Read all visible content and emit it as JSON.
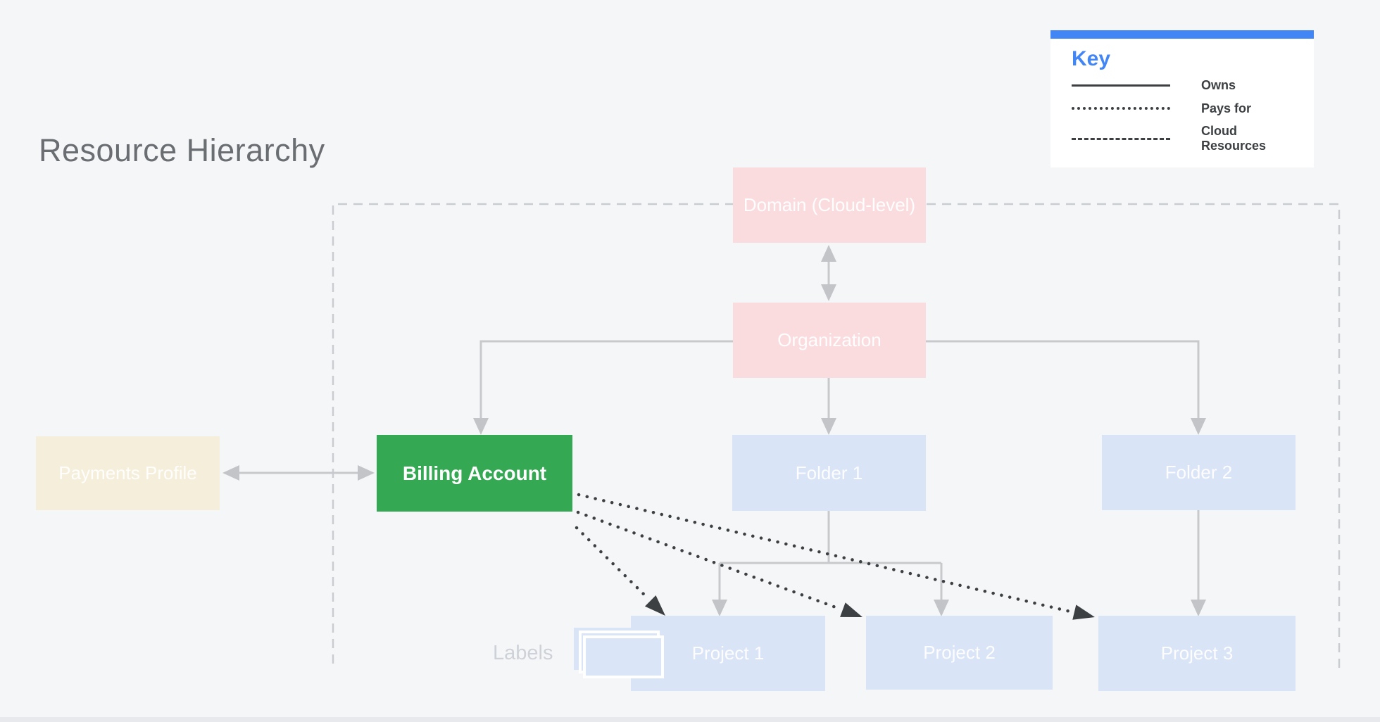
{
  "title": "Resource Hierarchy",
  "key": {
    "heading": "Key",
    "items": [
      {
        "style": "solid",
        "label": "Owns"
      },
      {
        "style": "dotted",
        "label": "Pays for"
      },
      {
        "style": "dashed",
        "label": "Cloud Resources"
      }
    ]
  },
  "nodes": {
    "domain": {
      "label": "Domain (Cloud-level)"
    },
    "organization": {
      "label": "Organization"
    },
    "payments": {
      "label": "Payments Profile"
    },
    "billing": {
      "label": "Billing Account"
    },
    "folder1": {
      "label": "Folder 1"
    },
    "folder2": {
      "label": "Folder 2"
    },
    "project1": {
      "label": "Project 1"
    },
    "project2": {
      "label": "Project 2"
    },
    "project3": {
      "label": "Project 3"
    }
  },
  "annotations": {
    "labels_caption": "Labels"
  },
  "colors": {
    "background": "#f5f6f8",
    "key_blue": "#4285f4",
    "pink_node": "#fadcdf",
    "cream_node": "#f5eeda",
    "green_node": "#34a853",
    "blue_node": "#d9e4f7",
    "connector_gray": "#c7c9cc",
    "arrow_gray": "#c2c4c8",
    "boundary_gray": "#c9ccd0",
    "line_dark": "#3c4043",
    "title_gray": "#6a6d71",
    "labels_gray": "#ced2d8"
  }
}
